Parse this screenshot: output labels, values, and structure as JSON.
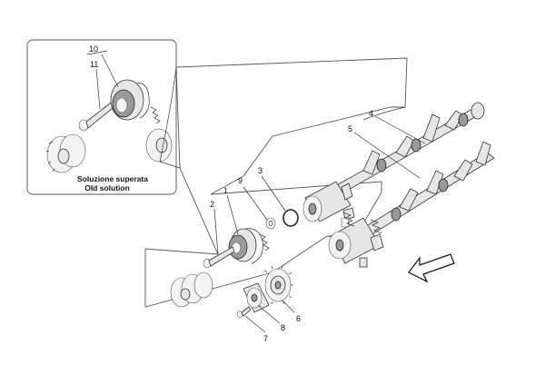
{
  "inset": {
    "caption_line1": "Soluzione superata",
    "caption_line2": "Old solution"
  },
  "callouts": {
    "c1": "1",
    "c2": "2",
    "c3": "3",
    "c4": "4",
    "c5": "5",
    "c6": "6",
    "c7": "7",
    "c8": "8",
    "c9": "9",
    "c10": "10",
    "c11": "11"
  },
  "colors": {
    "line": "#333333",
    "part_fill": "#e6e6e6",
    "dark_fill": "#9a9a9a"
  }
}
